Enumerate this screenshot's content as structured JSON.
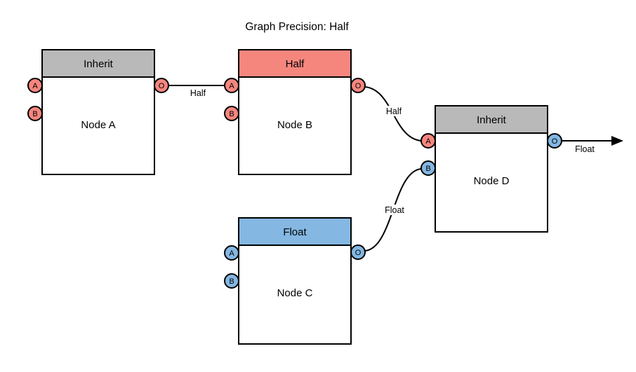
{
  "title": "Graph Precision: Half",
  "colors": {
    "background": "#ffffff",
    "stroke": "#000000",
    "gray": "#b9b9b9",
    "salmon": "#f5867e",
    "blue": "#84b7e2"
  },
  "nodes": [
    {
      "name": "Node A",
      "header": {
        "label": "Inherit",
        "color": "#b9b9b9"
      },
      "ports": [
        {
          "label": "A",
          "color": "#f5867e"
        },
        {
          "label": "B",
          "color": "#f5867e"
        },
        {
          "label": "O",
          "color": "#f5867e"
        }
      ]
    },
    {
      "name": "Node B",
      "header": {
        "label": "Half",
        "color": "#f5867e"
      },
      "ports": [
        {
          "label": "A",
          "color": "#f5867e"
        },
        {
          "label": "B",
          "color": "#f5867e"
        },
        {
          "label": "O",
          "color": "#f5867e"
        }
      ]
    },
    {
      "name": "Node C",
      "header": {
        "label": "Float",
        "color": "#84b7e2"
      },
      "ports": [
        {
          "label": "A",
          "color": "#84b7e2"
        },
        {
          "label": "B",
          "color": "#84b7e2"
        },
        {
          "label": "O",
          "color": "#84b7e2"
        }
      ]
    },
    {
      "name": "Node D",
      "header": {
        "label": "Inherit",
        "color": "#b9b9b9"
      },
      "ports": [
        {
          "label": "A",
          "color": "#f5867e"
        },
        {
          "label": "B",
          "color": "#84b7e2"
        },
        {
          "label": "O",
          "color": "#84b7e2"
        }
      ]
    }
  ],
  "edges": {
    "a_out_to_b_a": {
      "label": "Half"
    },
    "b_out_to_d_a": {
      "label": "Half"
    },
    "c_out_to_d_b": {
      "label": "Float"
    },
    "d_out": {
      "label": "Float"
    }
  }
}
